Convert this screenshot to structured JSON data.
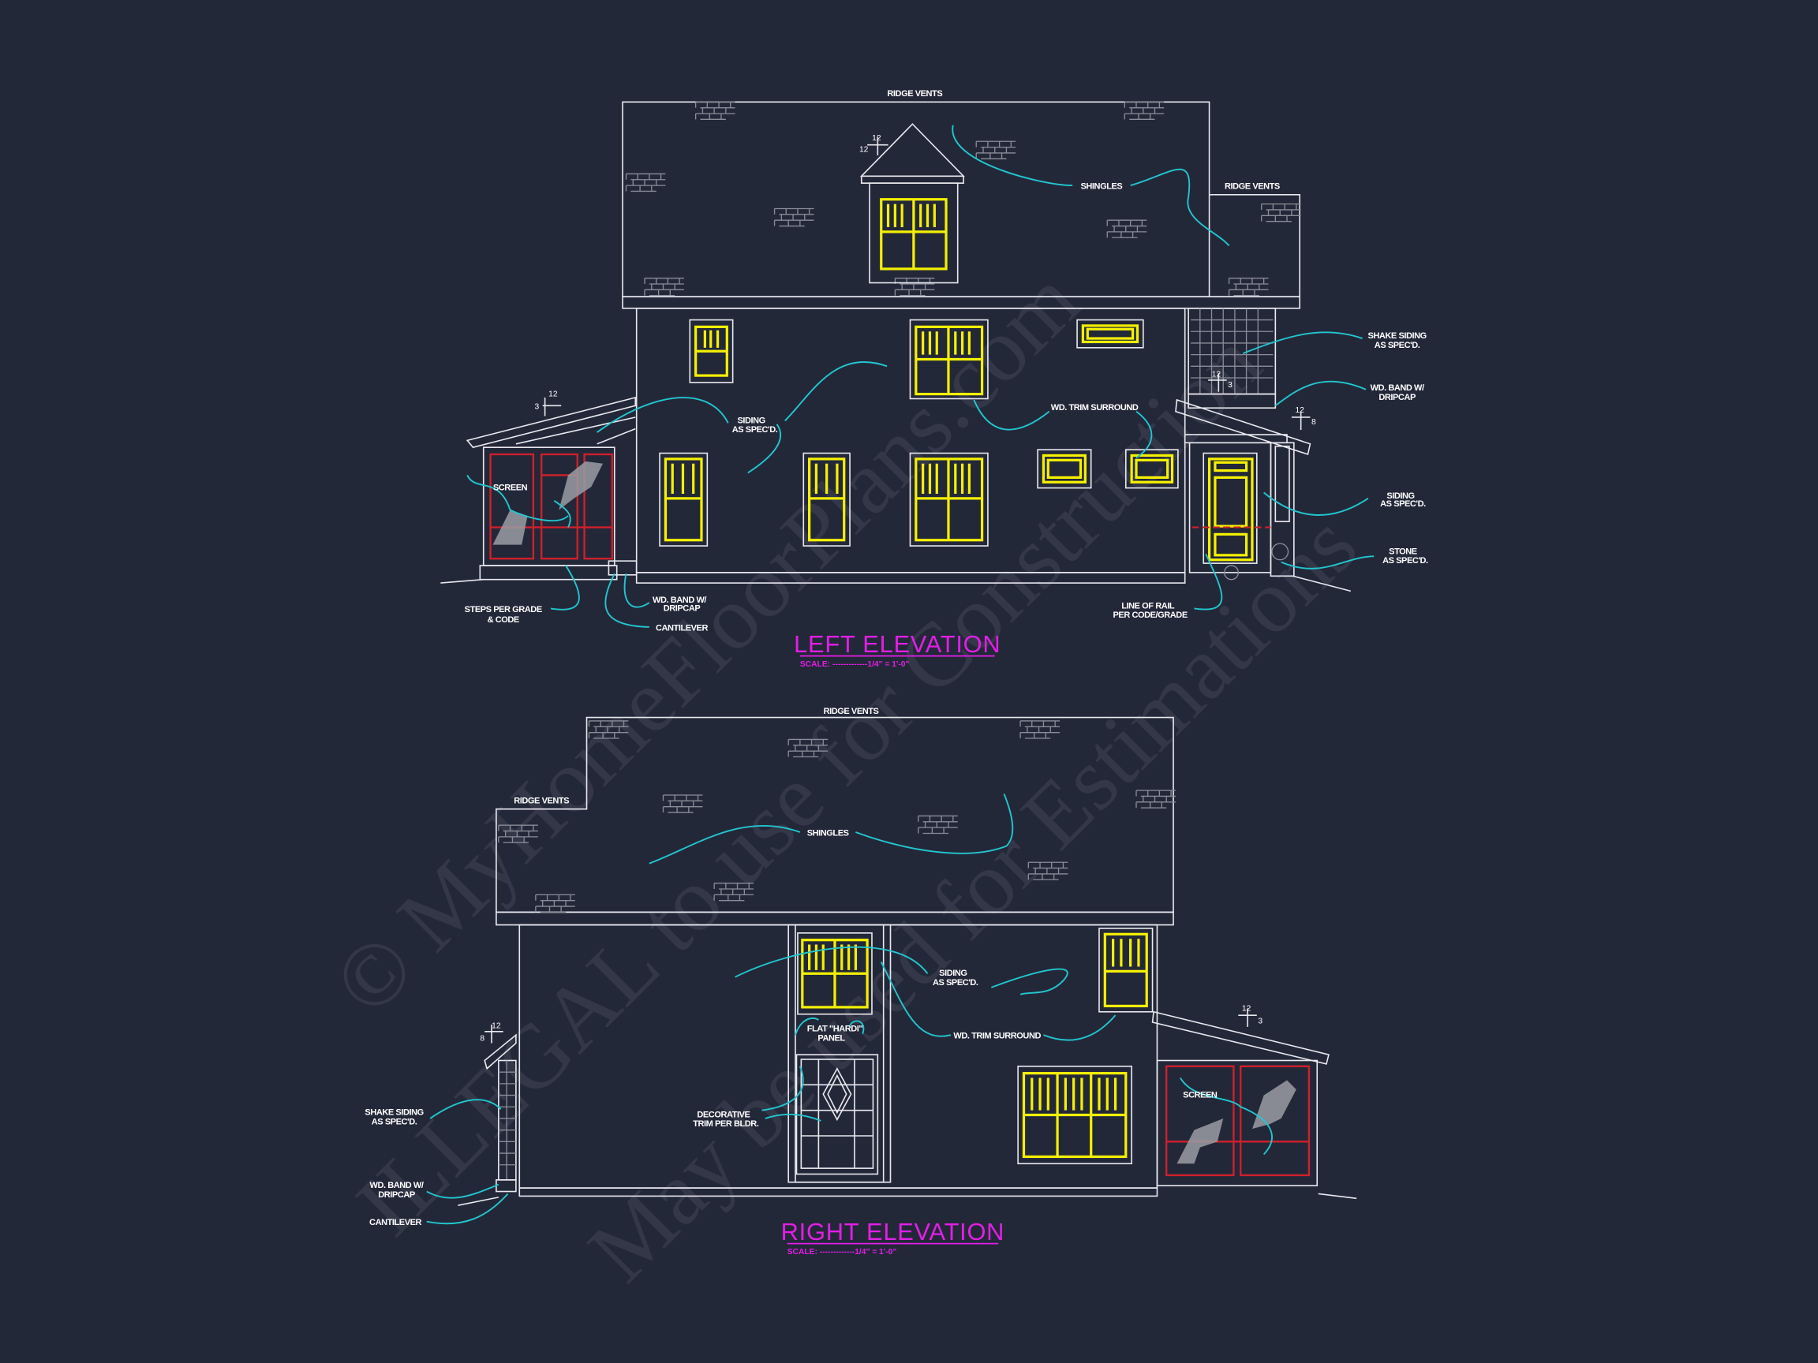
{
  "colors": {
    "background": "#232839",
    "linework": "#e8e8ee",
    "windows": "#f4f000",
    "screen_frames": "#d0202a",
    "leaders": "#22c6cf",
    "titles": "#e31ee6"
  },
  "watermark": {
    "line1": "© MyHomeFloorPlans.com",
    "line2": "ILLEGAL to use for Construction",
    "line3": "May be used for Estimations"
  },
  "left_elevation": {
    "title": "LEFT ELEVATION",
    "scale": "SCALE: -------------1/4\" = 1'-0\"",
    "labels": {
      "ridge_vents_main": "RIDGE VENTS",
      "shingles": "SHINGLES",
      "ridge_vents_side": "RIDGE VENTS",
      "shake_siding": [
        "SHAKE SIDING",
        "AS SPEC'D."
      ],
      "wd_band_right": [
        "WD. BAND W/",
        "DRIPCAP"
      ],
      "siding_center": [
        "SIDING",
        "AS SPEC'D."
      ],
      "wd_trim_surround": "WD. TRIM SURROUND",
      "screen": "SCREEN",
      "siding_right": [
        "SIDING",
        "AS SPEC'D."
      ],
      "stone": [
        "STONE",
        "AS SPEC'D."
      ],
      "steps": [
        "STEPS PER GRADE",
        "& CODE"
      ],
      "wd_band_left": [
        "WD. BAND W/",
        "DRIPCAP"
      ],
      "cantilever": "CANTILEVER",
      "line_of_rail": [
        "LINE OF RAIL",
        "PER CODE/GRADE"
      ]
    },
    "pitches": {
      "dormer": {
        "rise": "12",
        "run": "12"
      },
      "porch_left": {
        "rise": "3",
        "run": "12"
      },
      "shake": {
        "rise": "3",
        "run": "12"
      },
      "porch_right": {
        "rise": "8",
        "run": "12"
      }
    }
  },
  "right_elevation": {
    "title": "RIGHT ELEVATION",
    "scale": "SCALE: -------------1/4\" = 1'-0\"",
    "labels": {
      "ridge_vents_main": "RIDGE VENTS",
      "ridge_vents_low": "RIDGE VENTS",
      "shingles": "SHINGLES",
      "siding": [
        "SIDING",
        "AS SPEC'D."
      ],
      "flat_panel": [
        "FLAT \"HARDI\"",
        "PANEL"
      ],
      "wd_trim_surround": "WD. TRIM SURROUND",
      "screen": "SCREEN",
      "shake_siding": [
        "SHAKE SIDING",
        "AS SPEC'D."
      ],
      "decorative_trim": [
        "DECORATIVE",
        "TRIM PER BLDR."
      ],
      "wd_band": [
        "WD. BAND W/",
        "DRIPCAP"
      ],
      "cantilever": "CANTILEVER"
    },
    "pitches": {
      "side_left": {
        "rise": "8",
        "run": "12"
      },
      "porch": {
        "rise": "3",
        "run": "12"
      }
    }
  }
}
